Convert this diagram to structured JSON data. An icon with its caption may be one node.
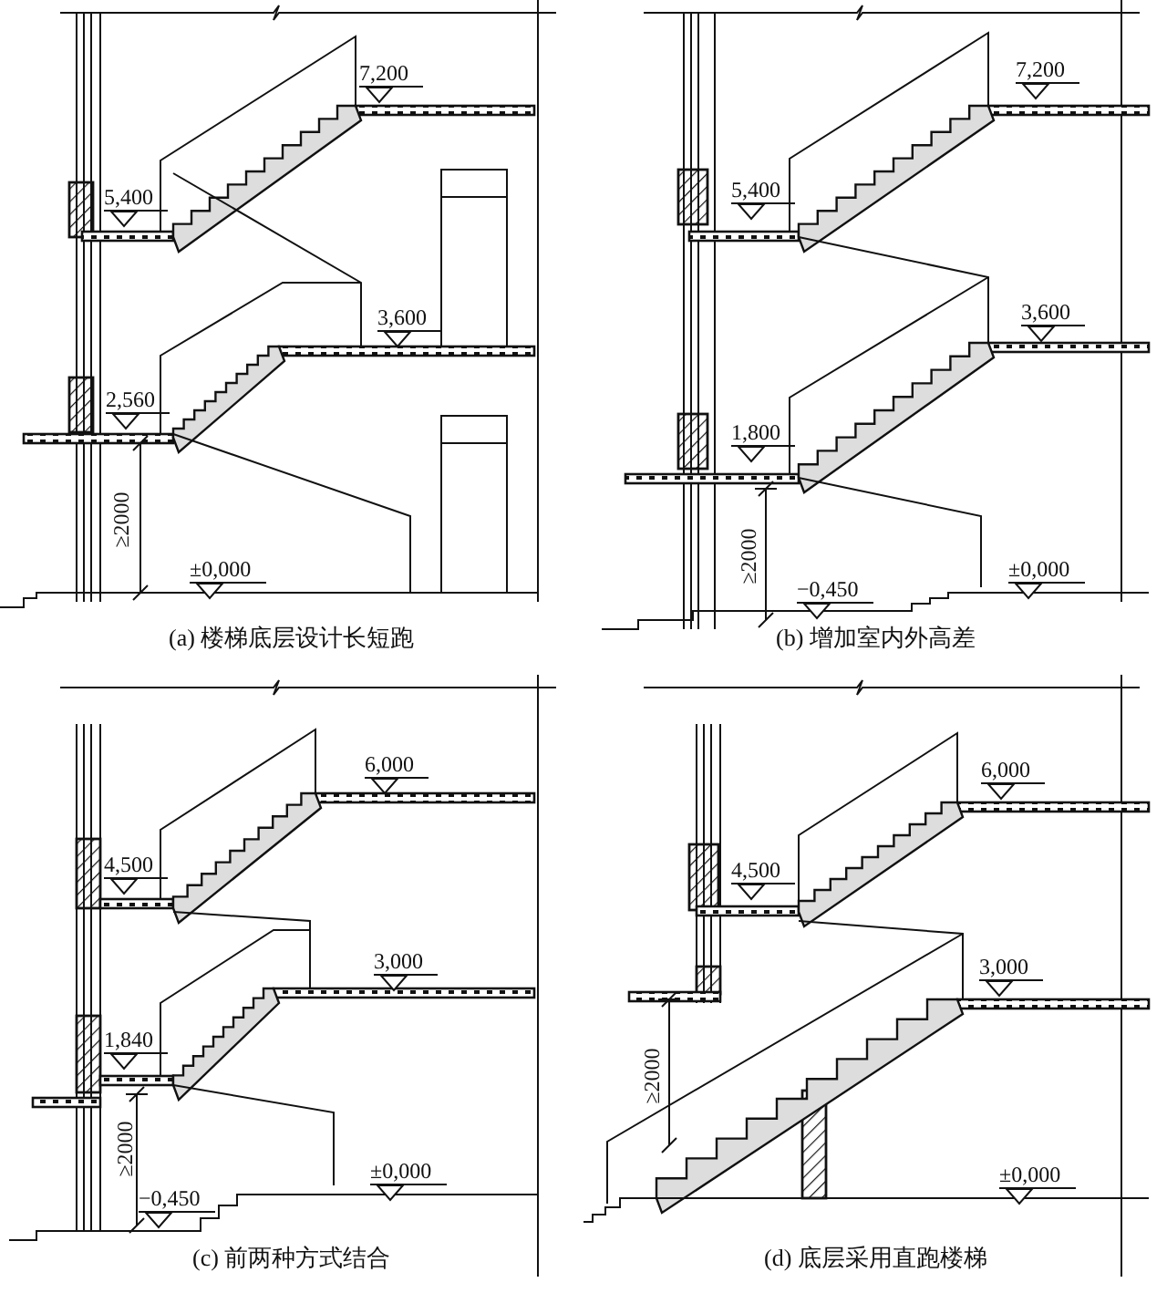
{
  "diagram": {
    "labels": [
      "7,200",
      "5,400",
      "3,600",
      "2,560",
      "≥2000",
      "±0,000",
      "(a) 楼梯底层设计长短跑",
      "7,200",
      "5,400",
      "3,600",
      "1,800",
      "≥2000",
      "±0,000",
      "−0,450",
      "(b) 增加室内外高差",
      "6,000",
      "4,500",
      "3,000",
      "1,840",
      "≥2000",
      "−0,450",
      "±0,000",
      "(c) 前两种方式结合",
      "6,000",
      "4,500",
      "3,000",
      "≥2000",
      "±0,000",
      "(d) 底层采用直跑楼梯"
    ]
  }
}
